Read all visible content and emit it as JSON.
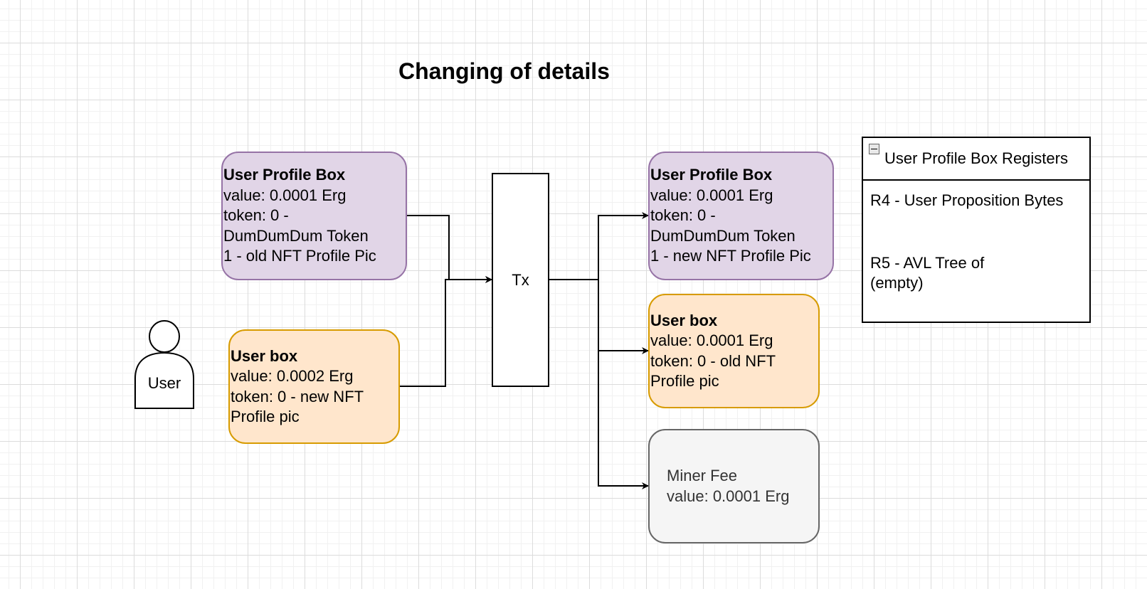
{
  "title": "Changing of details",
  "actor": {
    "label": "User"
  },
  "inputs": {
    "profile_box": {
      "heading": "User Profile Box",
      "lines": [
        "value: 0.0001 Erg",
        "token: 0 -",
        "DumDumDum Token",
        "1 - old NFT Profile Pic"
      ]
    },
    "user_box": {
      "heading": "User box",
      "lines": [
        "value: 0.0002 Erg",
        "token: 0 - new NFT",
        "Profile pic"
      ]
    }
  },
  "tx": {
    "label": "Tx"
  },
  "outputs": {
    "profile_box": {
      "heading": "User Profile Box",
      "lines": [
        "value: 0.0001 Erg",
        "token: 0 -",
        "DumDumDum Token",
        "1 - new NFT Profile Pic"
      ]
    },
    "user_box": {
      "heading": "User box",
      "lines": [
        "value: 0.0001 Erg",
        "token: 0 - old NFT",
        "Profile pic"
      ]
    },
    "miner_fee": {
      "lines": [
        "Miner Fee",
        "value: 0.0001 Erg"
      ]
    }
  },
  "registers": {
    "title": "User Profile Box Registers",
    "r4": "R4 - User Proposition Bytes",
    "r5_lines": [
      "R5 - AVL Tree of",
      "(empty)"
    ]
  },
  "colors": {
    "profile_fill": "#e1d5e7",
    "profile_stroke": "#9673a6",
    "user_fill": "#ffe6cc",
    "user_stroke": "#d79b00",
    "fee_fill": "#f5f5f5",
    "fee_stroke": "#666666"
  }
}
